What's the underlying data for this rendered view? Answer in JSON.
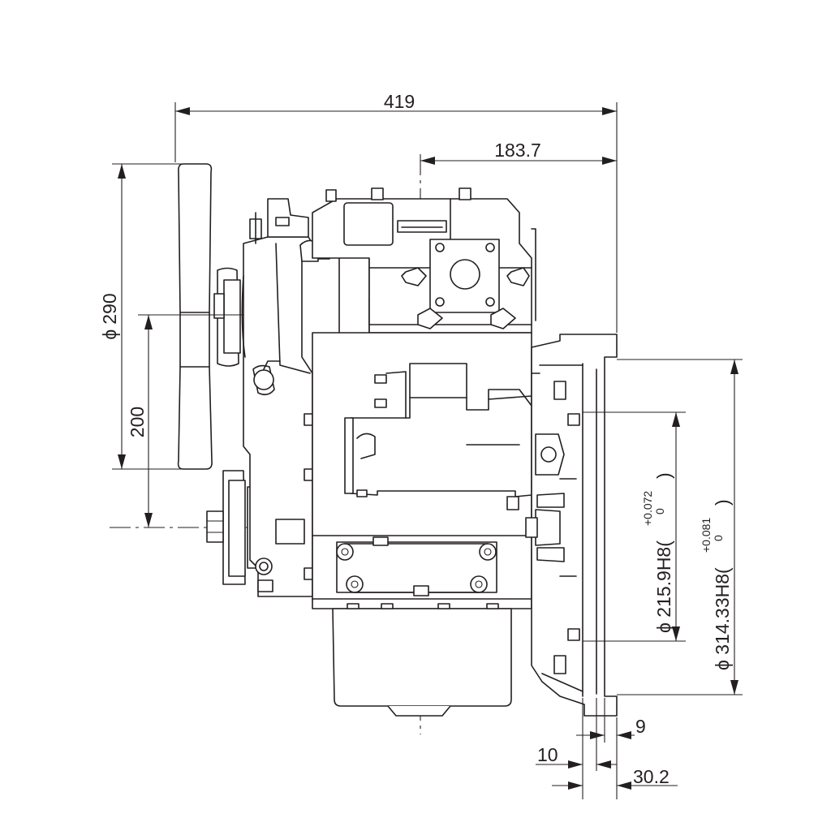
{
  "dimensions": {
    "overall_width": "419",
    "crank_offset": "183.7",
    "fan_diameter_symbol": "ϕ",
    "fan_diameter": "290",
    "crank_height": "200",
    "pilot_diameter": "ϕ 215.9H8(",
    "pilot_tol_upper": "+0.072",
    "pilot_tol_lower": "0",
    "pilot_close": ")",
    "housing_diameter": "ϕ 314.33H8(",
    "housing_tol_upper": "+0.081",
    "housing_tol_lower": "0",
    "housing_close": ")",
    "flange_9": "9",
    "flange_10": "10",
    "flange_30_2": "30.2"
  },
  "colors": {
    "line": "#231f20",
    "background": "#ffffff"
  }
}
